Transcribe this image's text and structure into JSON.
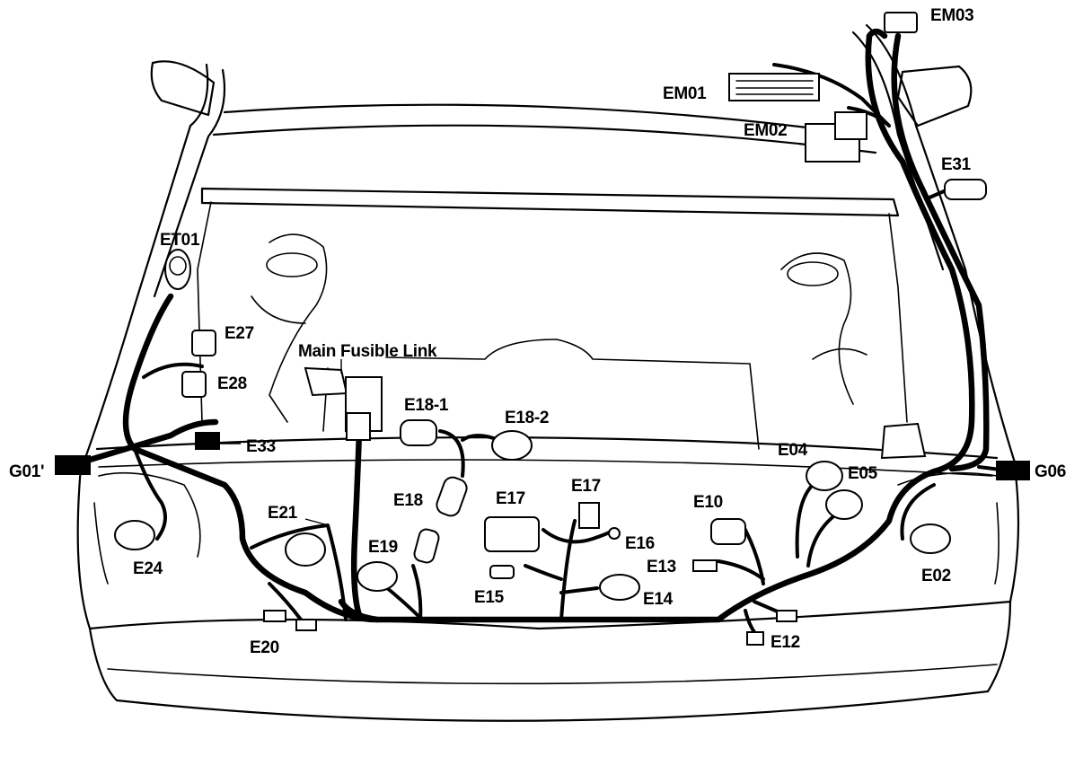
{
  "labels": {
    "em03": "EM03",
    "em01": "EM01",
    "em02": "EM02",
    "e31": "E31",
    "et01": "ET01",
    "e27": "E27",
    "e28": "E28",
    "main_fusible_link": "Main Fusible Link",
    "e18_1": "E18-1",
    "e18_2": "E18-2",
    "e33": "E33",
    "e04": "E04",
    "e05": "E05",
    "g01": "G01'",
    "g06": "G06",
    "e21": "E21",
    "e18": "E18",
    "e17a": "E17",
    "e17b": "E17",
    "e10": "E10",
    "e19": "E19",
    "e16": "E16",
    "e24": "E24",
    "e13": "E13",
    "e02": "E02",
    "e15": "E15",
    "e14": "E14",
    "e20": "E20",
    "e12": "E12"
  }
}
